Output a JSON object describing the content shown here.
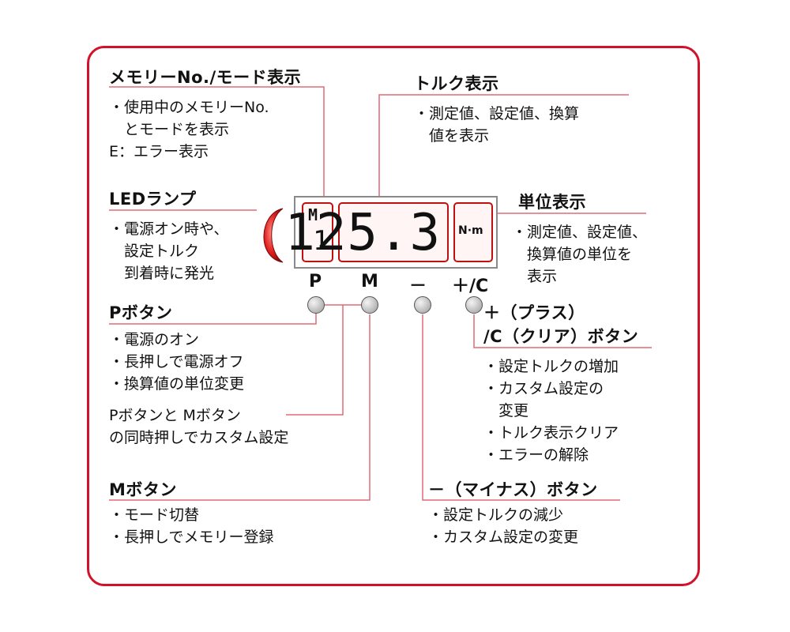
{
  "memory_mode": {
    "heading": "メモリーNo./モード表示",
    "lines": [
      "・使用中のメモリーNo.",
      "　とモードを表示",
      "E：エラー表示"
    ]
  },
  "torque": {
    "heading": "トルク表示",
    "lines": [
      "・測定値、設定値、換算",
      "　値を表示"
    ]
  },
  "led": {
    "heading": "LEDランプ",
    "lines": [
      "・電源オン時や、",
      "　設定トルク",
      "　到着時に発光"
    ]
  },
  "unit": {
    "heading": "単位表示",
    "lines": [
      "・測定値、設定値、",
      "　換算値の単位を",
      "　表示"
    ]
  },
  "display": {
    "memory_letter": "M",
    "memory_digit": "1",
    "torque_value": "125.3",
    "unit_value": "N·m"
  },
  "button_labels": {
    "p": "P",
    "m": "M",
    "minus": "－",
    "plus_c": "＋/C"
  },
  "p_button": {
    "heading": "Pボタン",
    "lines": [
      "電源のオン",
      "長押しで電源オフ",
      "換算値の単位変更"
    ]
  },
  "combo": {
    "lines": [
      "Pボタンと Mボタン",
      "の同時押しでカスタム設定"
    ]
  },
  "m_button": {
    "heading": "Mボタン",
    "lines": [
      "モード切替",
      "長押しでメモリー登録"
    ]
  },
  "plus_button": {
    "heading_line1": "＋（プラス）",
    "heading_line2": "/C（クリア）ボタン",
    "lines": [
      "・設定トルクの増加",
      "・カスタム設定の",
      "　変更",
      "・トルク表示クリア",
      "・エラーの解除"
    ]
  },
  "minus_button": {
    "heading": "－（マイナス）ボタン",
    "lines": [
      "設定トルクの減少",
      "カスタム設定の変更"
    ]
  },
  "colors": {
    "frame": "#d2122b",
    "leader": "#e06a78",
    "lcd": "#c01010",
    "led": "#d01818"
  }
}
